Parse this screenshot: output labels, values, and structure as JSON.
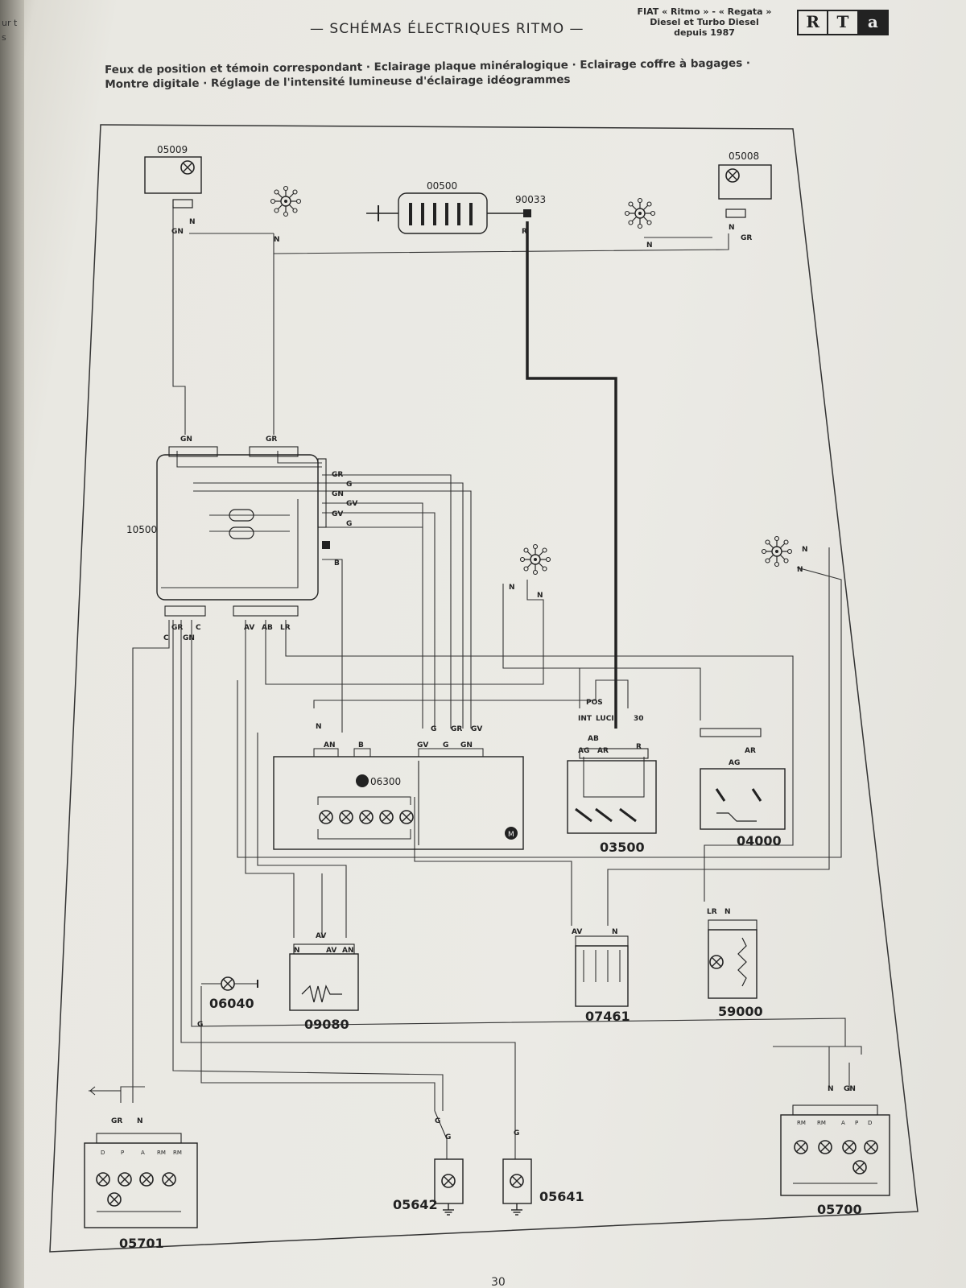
{
  "header": {
    "section_title": "— SCHÉMAS ÉLECTRIQUES RITMO —",
    "vehicle_line1": "FIAT « Ritmo » - « Regata »",
    "vehicle_line2": "Diesel et Turbo Diesel",
    "vehicle_line3": "depuis 1987",
    "logo": [
      "R",
      "T",
      "a"
    ]
  },
  "subtitle": {
    "line1": "Feux de position et témoin correspondant · Eclairage plaque minéralogique · Eclairage coffre à bagages ·",
    "line2": "Montre digitale · Réglage de l'intensité lumineuse d'éclairage idéogrammes"
  },
  "components": {
    "c05009": "05009",
    "c05008": "05008",
    "c00500": "00500",
    "c90033": "90033",
    "c10500": "10500",
    "c06300": "06300",
    "c03500": "03500",
    "c04000": "04000",
    "c09080": "09080",
    "c07461": "07461",
    "c59000": "59000",
    "c06040": "06040",
    "c05701": "05701",
    "c05642": "05642",
    "c05641": "05641",
    "c05700": "05700"
  },
  "labels": {
    "GN": "GN",
    "GR": "GR",
    "N": "N",
    "R": "R",
    "G": "G",
    "GV": "GV",
    "B": "B",
    "C": "C",
    "AV": "AV",
    "AB": "AB",
    "LR": "LR",
    "AN": "AN",
    "AG": "AG",
    "AR": "AR",
    "POS": "POS",
    "INT": "INT",
    "LUCI": "LUCI",
    "n30": "30",
    "D": "D",
    "P": "P",
    "A": "A",
    "RM": "RM",
    "M": "M"
  },
  "page_number": "30",
  "edge_text": "ur t s"
}
